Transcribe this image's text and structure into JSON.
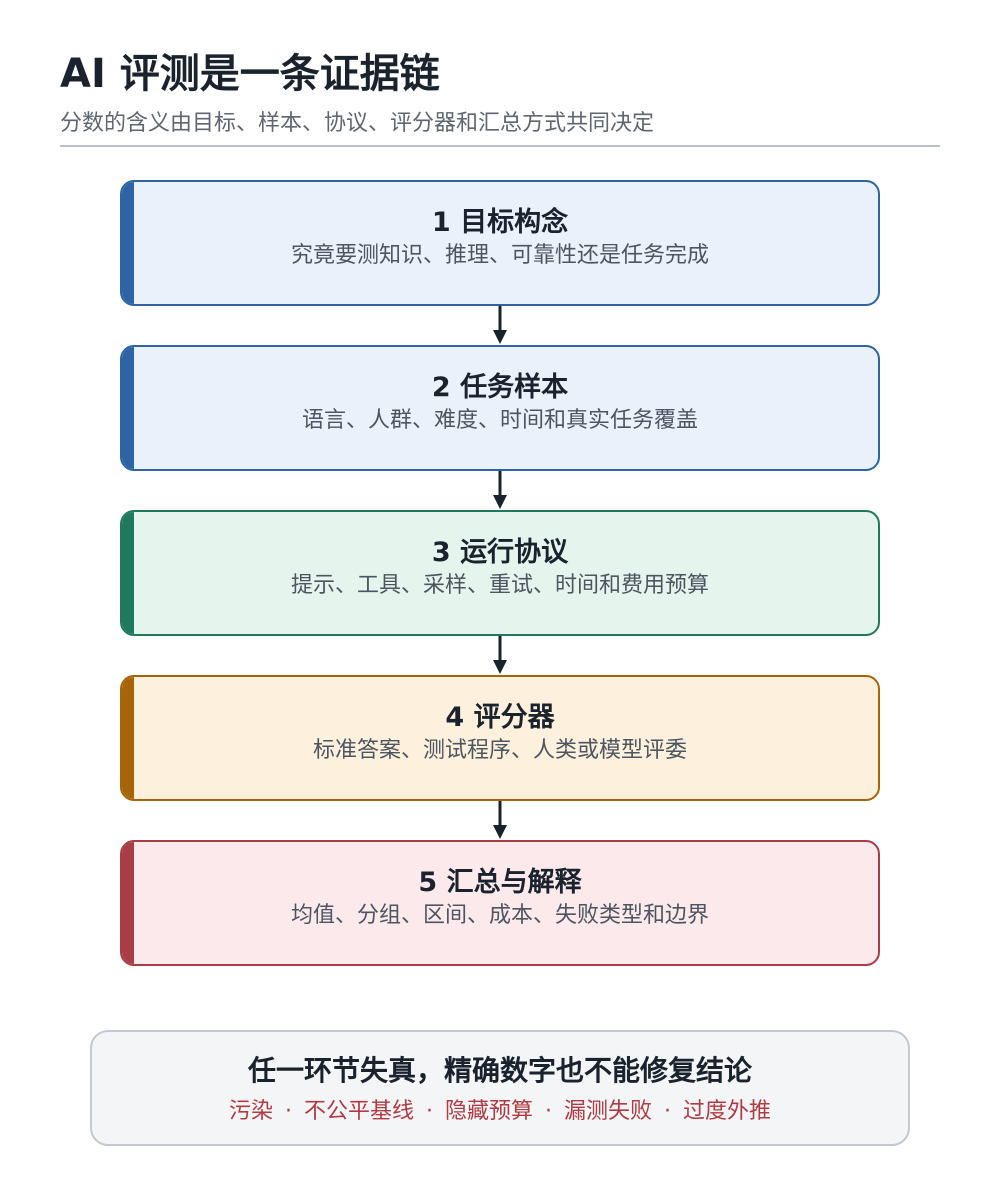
{
  "header": {
    "title": "AI 评测是一条证据链",
    "subtitle": "分数的含义由目标、样本、协议、评分器和汇总方式共同决定"
  },
  "steps": [
    {
      "title": "1 目标构念",
      "desc": "究竟要测知识、推理、可靠性还是任务完成",
      "accent": "#2e64a5",
      "fill": "#e9f1fb"
    },
    {
      "title": "2 任务样本",
      "desc": "语言、人群、难度、时间和真实任务覆盖",
      "accent": "#2e64a5",
      "fill": "#e9f1fb"
    },
    {
      "title": "3 运行协议",
      "desc": "提示、工具、采样、重试、时间和费用预算",
      "accent": "#1f7a5d",
      "fill": "#e6f4ee"
    },
    {
      "title": "4 评分器",
      "desc": "标准答案、测试程序、人类或模型评委",
      "accent": "#a86508",
      "fill": "#fdf1dd"
    },
    {
      "title": "5 汇总与解释",
      "desc": "均值、分组、区间、成本、失败类型和边界",
      "accent": "#a83d47",
      "fill": "#fbe9ec"
    }
  ],
  "footer": {
    "title": "任一环节失真，精确数字也不能修复结论",
    "pitfalls": [
      "污染",
      "不公平基线",
      "隐藏预算",
      "漏测失败",
      "过度外推"
    ],
    "separator": "·"
  }
}
